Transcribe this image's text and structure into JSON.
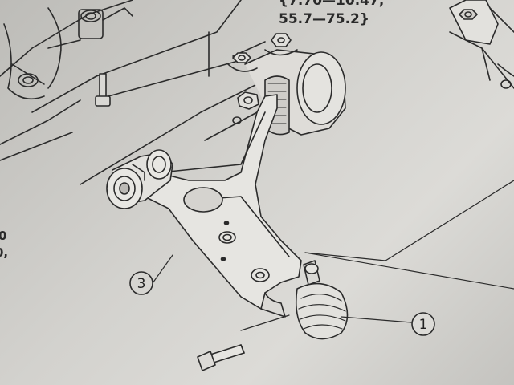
{
  "torque_spec": {
    "line1": "{7.70—10.47,",
    "line2": "55.7—75.2}"
  },
  "margin_text": {
    "line1": "0",
    "line2": "0,"
  },
  "callouts": {
    "ball_joint": "1",
    "lower_arm": "3"
  },
  "colors": {
    "paper": "#d3d2ce",
    "ink": "#2a2a2a"
  }
}
